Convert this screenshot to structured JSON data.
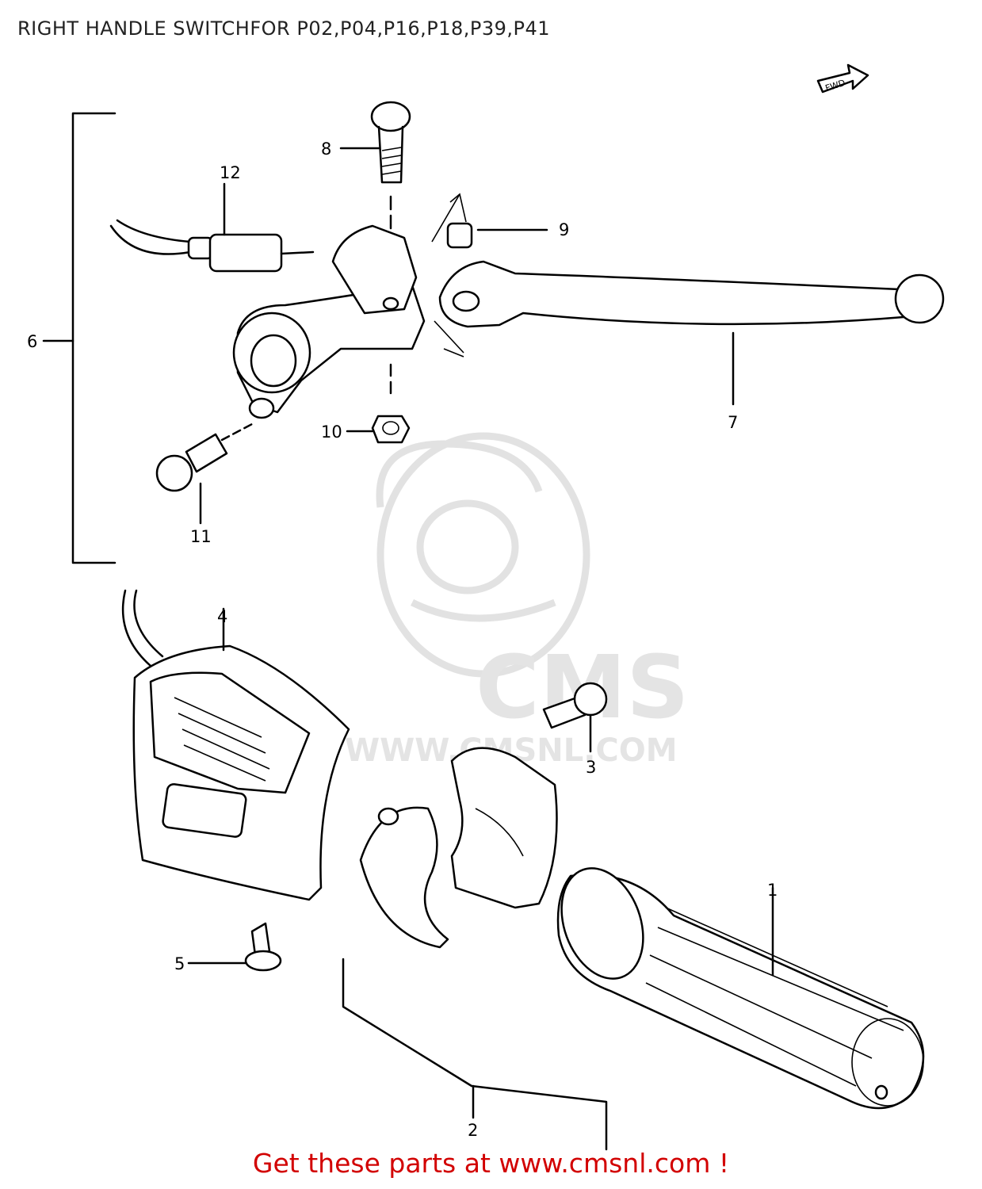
{
  "title": "RIGHT HANDLE SWITCHFOR P02,P04,P16,P18,P39,P41",
  "footer": "Get these parts at www.cmsnl.com !",
  "watermark": {
    "brand": "CMS",
    "url": "WWW.CMSNL.COM"
  },
  "fwd_label": "FWD",
  "callouts": {
    "p1": "1",
    "p2": "2",
    "p3": "3",
    "p4": "4",
    "p5": "5",
    "p6": "6",
    "p7": "7",
    "p8": "8",
    "p9": "9",
    "p10": "10",
    "p11": "11",
    "p12": "12"
  },
  "colors": {
    "footer": "#d20000",
    "watermark": "#e2e2e2"
  }
}
